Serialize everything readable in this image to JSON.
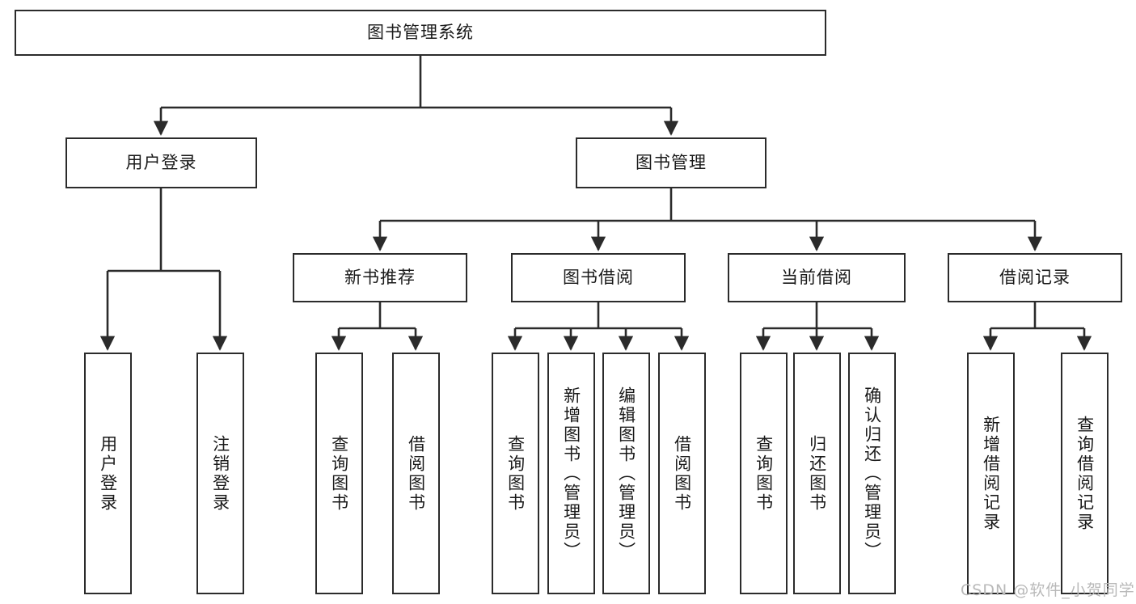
{
  "diagram": {
    "type": "tree",
    "title": "图书管理系统",
    "root": {
      "label": "图书管理系统"
    },
    "level2": [
      {
        "label": "用户登录"
      },
      {
        "label": "图书管理"
      }
    ],
    "level3": [
      {
        "label": "新书推荐"
      },
      {
        "label": "图书借阅"
      },
      {
        "label": "当前借阅"
      },
      {
        "label": "借阅记录"
      }
    ],
    "leaves": {
      "user_login": [
        "用户登录",
        "注销登录"
      ],
      "new_book": [
        "查询图书",
        "借阅图书"
      ],
      "book_borrow": [
        "查询图书",
        "新增图书（管理员）",
        "编辑图书（管理员）",
        "借阅图书"
      ],
      "current_borrow": [
        "查询图书",
        "归还图书",
        "确认归还（管理员）"
      ],
      "borrow_record": [
        "新增借阅记录",
        "查询借阅记录"
      ]
    },
    "edges_from_root": [
      "用户登录",
      "图书管理"
    ],
    "edges_from_book_mgmt": [
      "新书推荐",
      "图书借阅",
      "当前借阅",
      "借阅记录"
    ],
    "colors": {
      "stroke": "#2b2b2b",
      "fill": "#ffffff",
      "text": "#1a1a1a",
      "watermark": "#b9b9b9"
    }
  },
  "watermark": {
    "text": "CSDN @软件_小贺同学"
  }
}
